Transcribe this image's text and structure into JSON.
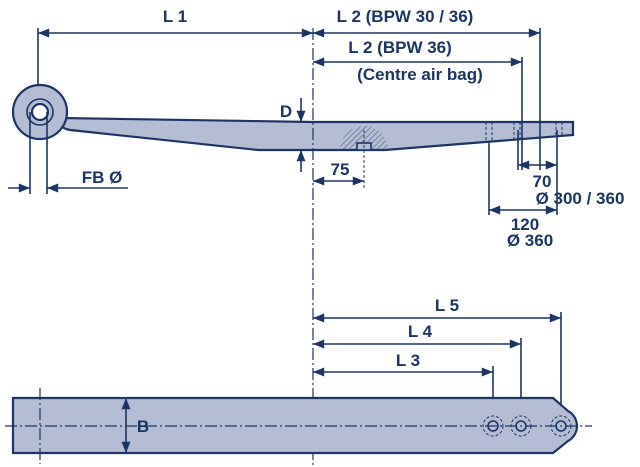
{
  "colors": {
    "line": "#1c3563",
    "part_fill": "#b4bdd3"
  },
  "labels": {
    "l1": "L 1",
    "l2_bpw30_36": "L 2 (BPW 30 / 36)",
    "l2_bpw36": "L 2 (BPW 36)",
    "centre_air_bag": "(Centre air bag)",
    "d": "D",
    "fb": "FB Ø",
    "d75": "75",
    "d70": "70",
    "dia300_360": "Ø 300 / 360",
    "d120": "120",
    "dia360": "Ø 360",
    "l5": "L 5",
    "l4": "L 4",
    "l3": "L 3",
    "b": "B"
  }
}
